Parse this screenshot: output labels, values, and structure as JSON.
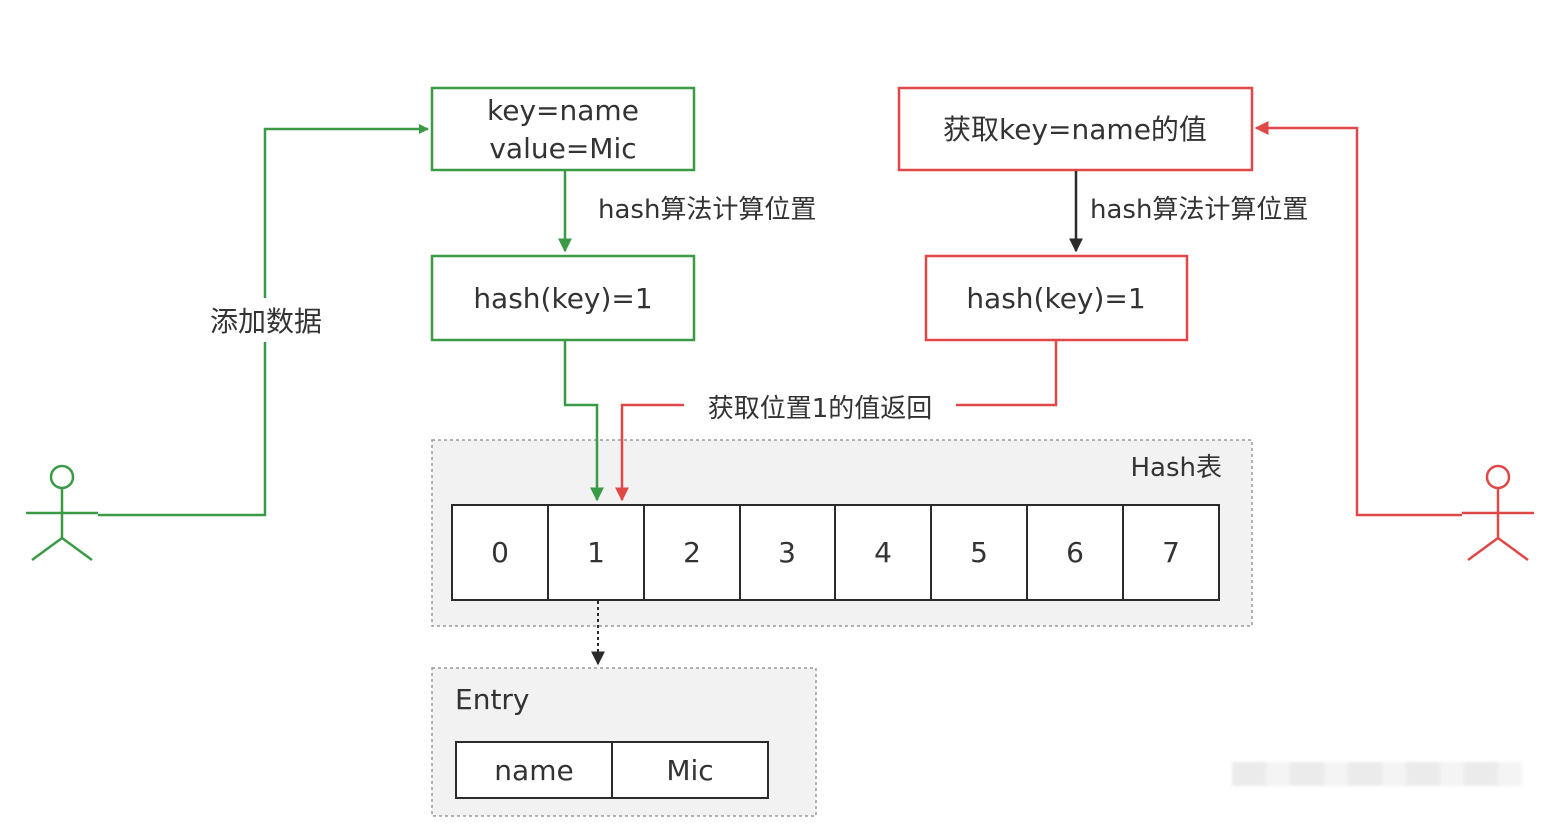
{
  "colors": {
    "green": "#3a9a45",
    "red": "#e04848",
    "black": "#2b2b2b",
    "container_fill": "#f2f2f2",
    "container_border": "#9a9a9a"
  },
  "add_flow": {
    "actor_icon": "stick-figure-icon",
    "edge_label": "添加数据",
    "kv_box": {
      "line1": "key=name",
      "line2": "value=Mic"
    },
    "hash_step_label": "hash算法计算位置",
    "hash_box": "hash(key)=1"
  },
  "get_flow": {
    "actor_icon": "stick-figure-icon",
    "request_box": "获取key=name的值",
    "hash_step_label": "hash算法计算位置",
    "hash_box": "hash(key)=1",
    "return_label": "获取位置1的值返回"
  },
  "hash_table": {
    "title": "Hash表",
    "slots": [
      "0",
      "1",
      "2",
      "3",
      "4",
      "5",
      "6",
      "7"
    ]
  },
  "entry": {
    "title": "Entry",
    "key": "name",
    "value": "Mic"
  }
}
